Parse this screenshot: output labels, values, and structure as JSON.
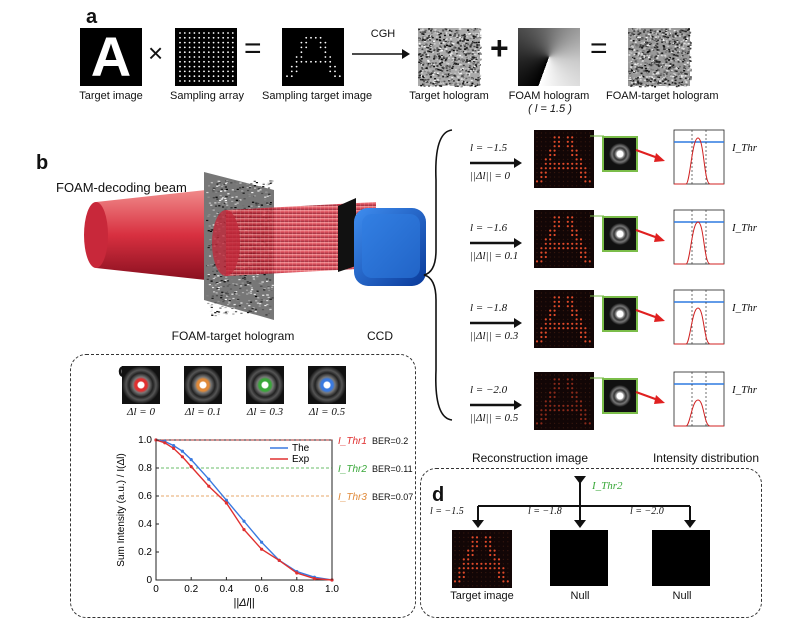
{
  "panels": {
    "a": "a",
    "b": "b",
    "c": "c",
    "d": "d"
  },
  "row_a": {
    "target_label": "Target image",
    "sampling_label": "Sampling array",
    "sampling_target_label": "Sampling target image",
    "cgh_label": "CGH",
    "target_holo_label": "Target hologram",
    "foam_holo_label": "FOAM hologram",
    "foam_holo_sub": "( l = 1.5 )",
    "foam_target_label": "FOAM-target hologram",
    "times": "×",
    "equals": "=",
    "plus": "+",
    "letter": "A"
  },
  "row_b": {
    "decoding_beam": "FOAM-decoding beam",
    "hologram_label": "FOAM-target hologram",
    "ccd_label": "CCD",
    "recon_label": "Reconstruction image",
    "intensity_label": "Intensity distribution",
    "threshold": "I_Thr",
    "rows": [
      {
        "ld": "l = −1.5",
        "dl": "||Δl|| = 0"
      },
      {
        "ld": "l = −1.6",
        "dl": "||Δl|| = 0.1"
      },
      {
        "ld": "l = −1.8",
        "dl": "||Δl|| = 0.3"
      },
      {
        "ld": "l = −2.0",
        "dl": "||Δl|| = 0.5"
      }
    ]
  },
  "panel_c": {
    "spots": [
      "Δl = 0",
      "Δl = 0.1",
      "Δl = 0.3",
      "Δl = 0.5"
    ],
    "spot_colors": [
      "#e03030",
      "#e08a3a",
      "#3aa83a",
      "#3a7ae0"
    ]
  },
  "chart_data": {
    "type": "line",
    "xlabel": "||Δl||",
    "ylabel": "Sum Intensity (a.u.) / I(Δl)",
    "xlim": [
      0,
      1.0
    ],
    "ylim": [
      0,
      1.0
    ],
    "xticks": [
      "0",
      "0.2",
      "0.4",
      "0.6",
      "0.8",
      "1.0"
    ],
    "yticks": [
      "0",
      "0.2",
      "0.4",
      "0.6",
      "0.8",
      "1.0"
    ],
    "legend_placement": "top-right",
    "series": [
      {
        "name": "The",
        "color": "#3a7ae0",
        "x": [
          0,
          0.05,
          0.1,
          0.15,
          0.2,
          0.3,
          0.4,
          0.5,
          0.6,
          0.7,
          0.8,
          0.9,
          1.0
        ],
        "y": [
          1.0,
          0.99,
          0.96,
          0.92,
          0.86,
          0.72,
          0.57,
          0.42,
          0.27,
          0.14,
          0.06,
          0.02,
          0.0
        ]
      },
      {
        "name": "Exp",
        "color": "#e03030",
        "x": [
          0,
          0.05,
          0.1,
          0.15,
          0.2,
          0.3,
          0.4,
          0.5,
          0.6,
          0.7,
          0.8,
          0.9,
          1.0
        ],
        "y": [
          1.0,
          0.98,
          0.94,
          0.88,
          0.81,
          0.67,
          0.55,
          0.36,
          0.22,
          0.14,
          0.05,
          0.01,
          0.0
        ]
      }
    ],
    "thresholds": [
      {
        "label": "I_Thr1",
        "ber": "BER=0.2",
        "y": 1.0,
        "color": "#e03030"
      },
      {
        "label": "I_Thr2",
        "ber": "BER=0.11",
        "y": 0.8,
        "color": "#3aa83a"
      },
      {
        "label": "I_Thr3",
        "ber": "BER=0.07",
        "y": 0.6,
        "color": "#e08a3a"
      }
    ]
  },
  "panel_d": {
    "threshold": "I_Thr2",
    "items": [
      {
        "ld": "l = −1.5",
        "caption": "Target image"
      },
      {
        "ld": "l = −1.8",
        "caption": "Null"
      },
      {
        "ld": "l = −2.0",
        "caption": "Null"
      }
    ]
  }
}
